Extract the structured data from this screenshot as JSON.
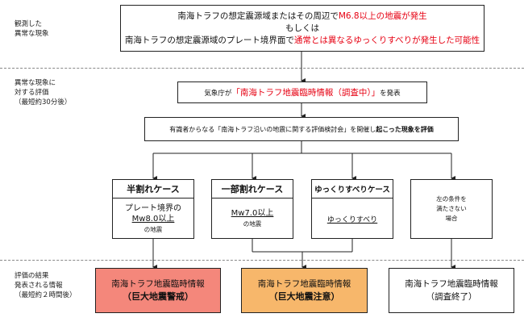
{
  "side_labels": {
    "observed": "観測した\n異常な現象",
    "evaluation": "異常な現象に\n対する評価\n（最短約30分後）",
    "result": "評価の結果\n発表される情報\n（最短約２時間後）"
  },
  "top_box": {
    "line1_a": "南海トラフの想定震源域またはその周辺で",
    "line1_b": "M6.8以上の地震",
    "line1_c": "が発生",
    "line2": "もしくは",
    "line3_a": "南海トラフの想定震源域のプレート境界面で",
    "line3_b": "通常とは異なるゆっくりすべりが発生した可能性"
  },
  "jma_box": {
    "prefix": "気象庁が",
    "highlight": "「南海トラフ地震臨時情報（調査中）」",
    "suffix": "を発表"
  },
  "committee_box": {
    "text_a": "有識者からなる「南海トラフ沿いの地震に関する評価検討会」を開催し",
    "text_b": "起こった現象を評価"
  },
  "cases": [
    {
      "title": "半割れケース",
      "line1": "プレート境界の",
      "line2": "Mw8.0以上",
      "line3": "の地震"
    },
    {
      "title": "一部割れケース",
      "line1": "Mw7.0以上",
      "line2": "の地震"
    },
    {
      "title": "ゆっくりすべりケース",
      "line1": "ゆっくりすべり"
    },
    {
      "title": "",
      "line1": "左の条件を",
      "line2": "満たさない",
      "line3": "場合"
    }
  ],
  "results": [
    {
      "line1": "南海トラフ地震臨時情報",
      "line2": "（巨大地震警戒）",
      "color": "#f4877b"
    },
    {
      "line1": "南海トラフ地震臨時情報",
      "line2": "（巨大地震注意）",
      "color": "#f7b76b"
    },
    {
      "line1": "南海トラフ地震臨時情報",
      "line2": "（調査終了）",
      "color": "#ffffff"
    }
  ]
}
